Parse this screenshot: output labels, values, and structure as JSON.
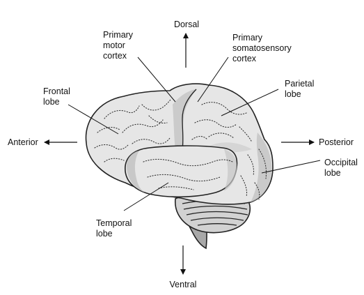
{
  "directions": {
    "dorsal": "Dorsal",
    "ventral": "Ventral",
    "anterior": "Anterior",
    "posterior": "Posterior"
  },
  "labels": {
    "primary_motor_cortex": [
      "Primary",
      "motor",
      "cortex"
    ],
    "primary_somatosensory_cortex": [
      "Primary",
      "somatosensory",
      "cortex"
    ],
    "frontal_lobe": [
      "Frontal",
      "lobe"
    ],
    "parietal_lobe": [
      "Parietal",
      "lobe"
    ],
    "occipital_lobe": [
      "Occipital",
      "lobe"
    ],
    "temporal_lobe": [
      "Temporal",
      "lobe"
    ]
  },
  "colors": {
    "brain_fill": "#e6e6e6",
    "shade": "#bdbdbd",
    "cerebellum_fill": "#d2d2d2",
    "stem_fill": "#a8a8a8",
    "ink": "#111111"
  }
}
